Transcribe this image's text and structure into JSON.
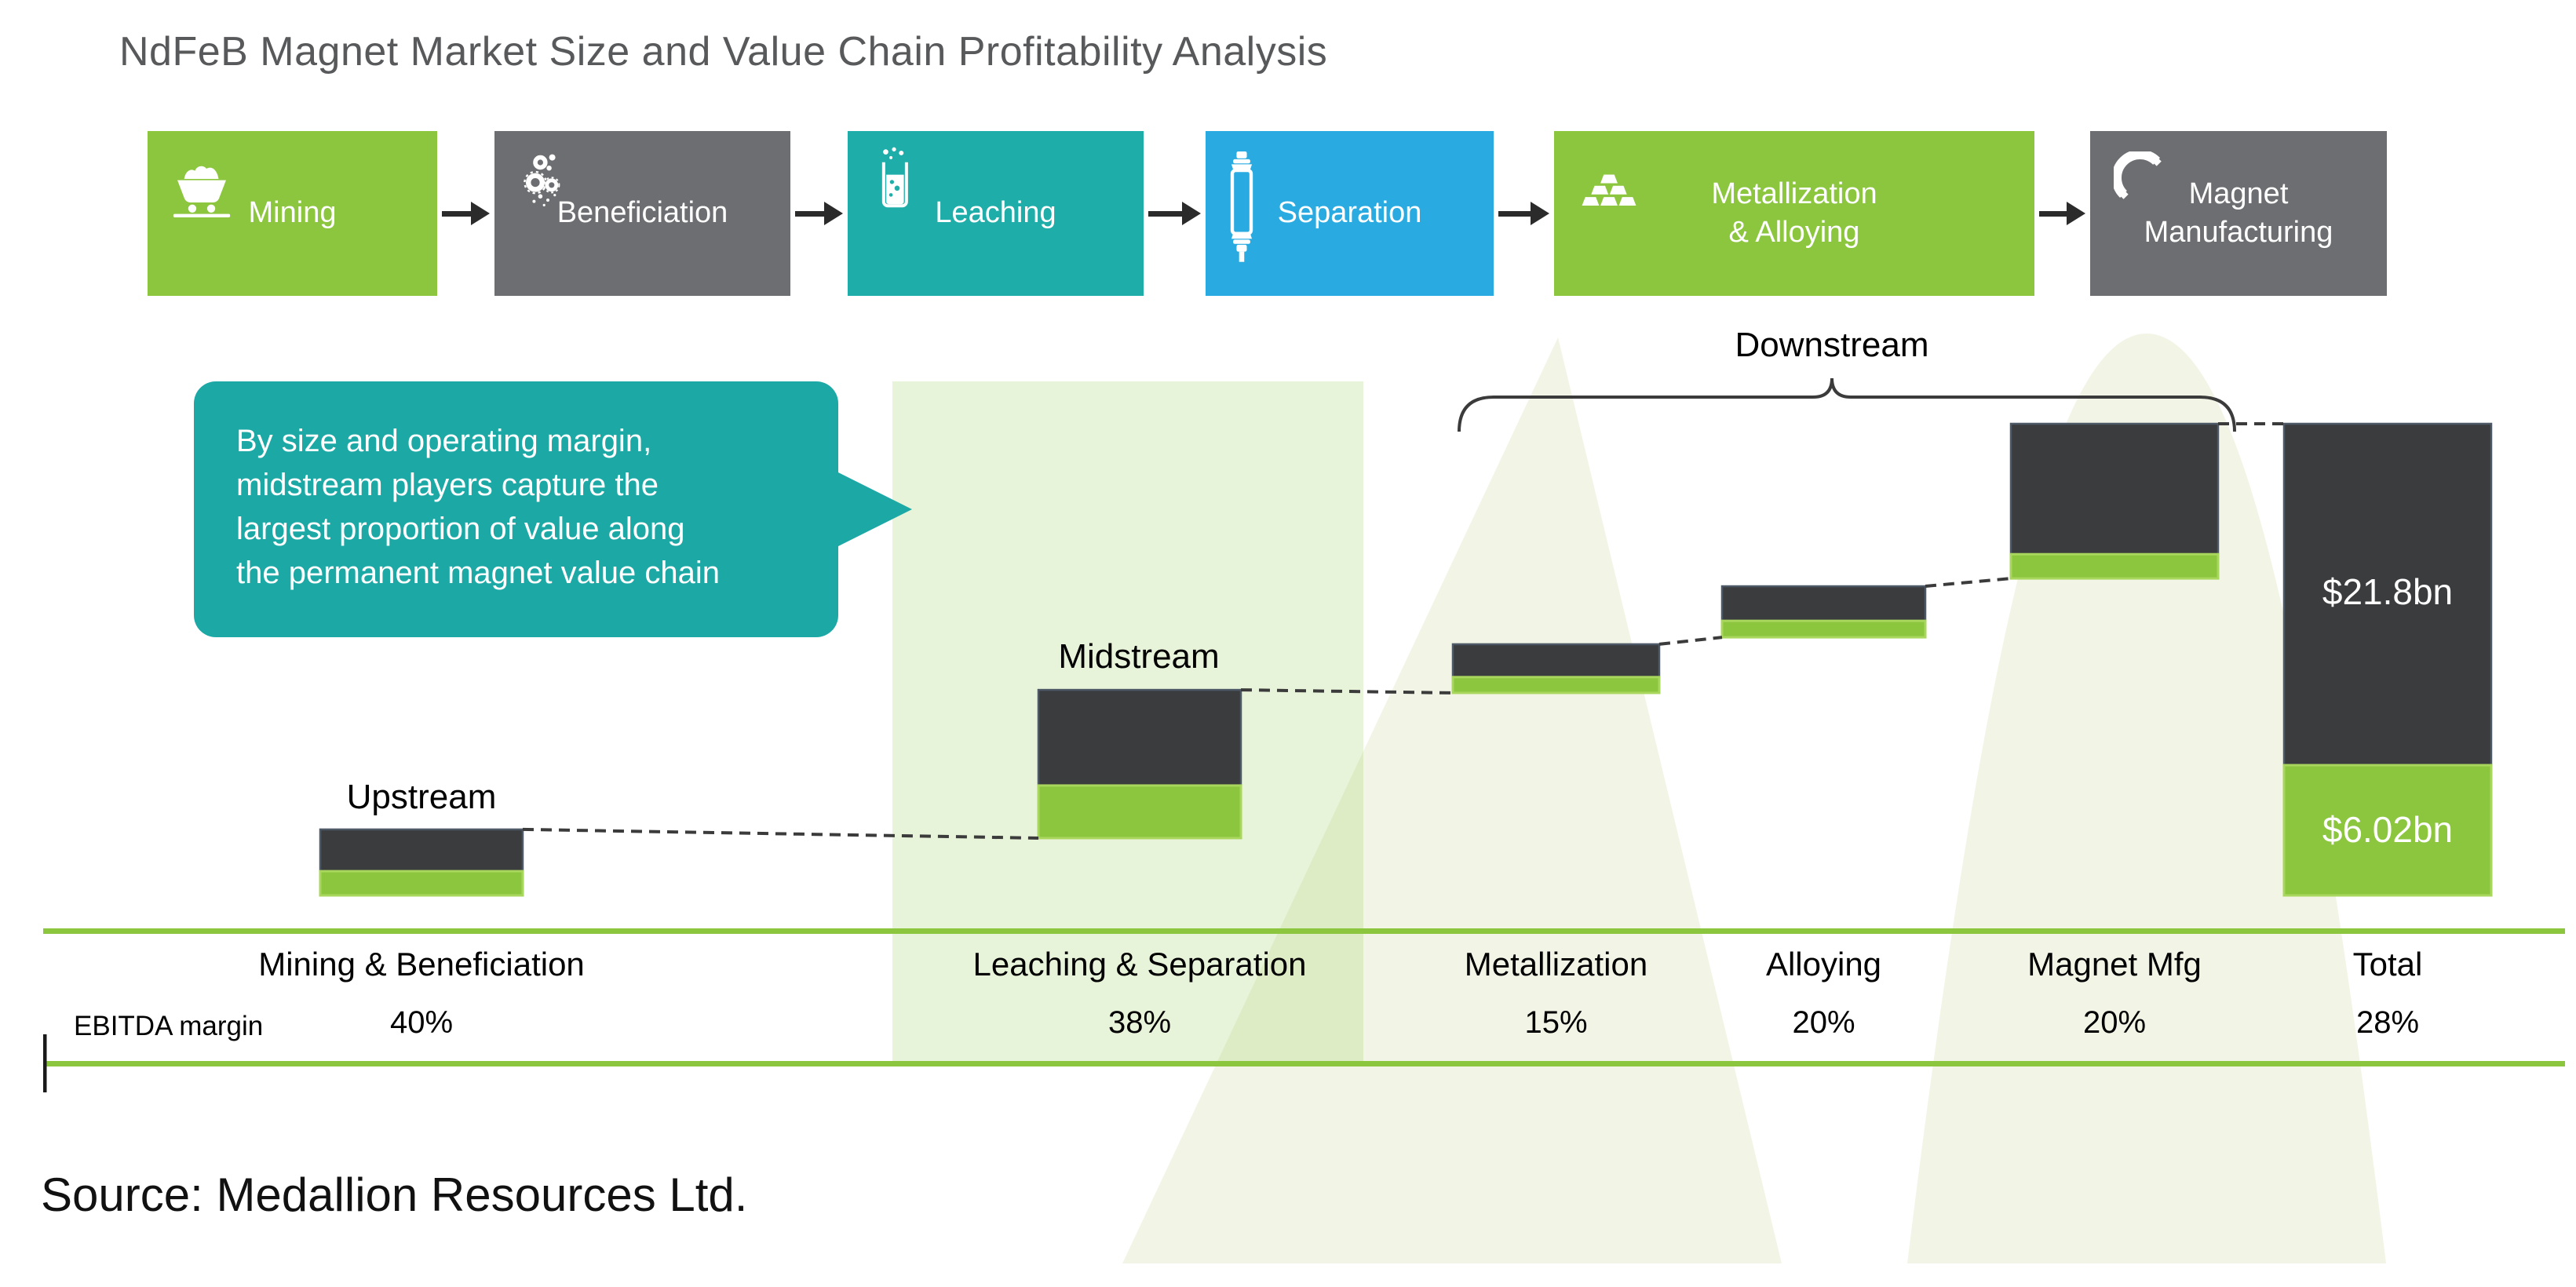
{
  "page": {
    "title": "NdFeB Magnet Market Size and Value Chain Profitability Analysis",
    "source": "Source: Medallion Resources Ltd."
  },
  "flow": {
    "steps": [
      {
        "label": "Mining",
        "color": "#8CC63F",
        "icon": "mine-cart-icon"
      },
      {
        "label": "Beneficiation",
        "color": "#6D6E71",
        "icon": "crusher-particles-icon"
      },
      {
        "label": "Leaching",
        "color": "#1FADA9",
        "icon": "leaching-beaker-icon"
      },
      {
        "label": "Separation",
        "color": "#29ABE2",
        "icon": "separation-column-icon"
      },
      {
        "label": "Metallization\n& Alloying",
        "color": "#8CC63F",
        "icon": "metal-ingots-icon"
      },
      {
        "label": "Magnet\nManufacturing",
        "color": "#6D6E71",
        "icon": "magnet-icon"
      }
    ]
  },
  "callout": {
    "text": "By size and operating margin,\nmidstream players capture the\nlargest proportion of value along\nthe permanent magnet value chain",
    "color": "#1CA9A6"
  },
  "chart_data": {
    "type": "waterfall",
    "title": "NdFeB Magnet Market Size and Value Chain Profitability Analysis",
    "unit": "$bn",
    "total_value_label": "$21.8bn",
    "total_ebitda_label": "$6.02bn",
    "margin_row_label": "EBITDA margin",
    "group_labels": {
      "upstream": "Upstream",
      "midstream": "Midstream",
      "downstream": "Downstream"
    },
    "colors": {
      "revenue": "#3A3C3E",
      "ebitda": "#8CC63F",
      "highlight_band": "rgba(141,198,63,0.20)",
      "baseline": "#8CC63F"
    },
    "columns": [
      {
        "label": "Mining & Beneficiation",
        "group": "Upstream",
        "ebitda_margin": "40%",
        "start_bn": 0.0,
        "end_bn": 3.05,
        "ebitda_bn": 1.12,
        "highlighted": false,
        "is_total": false
      },
      {
        "label": "Leaching & Separation",
        "group": "Midstream",
        "ebitda_margin": "38%",
        "start_bn": 2.65,
        "end_bn": 9.5,
        "ebitda_bn": 2.43,
        "highlighted": true,
        "is_total": false
      },
      {
        "label": "Metallization",
        "group": "Downstream",
        "ebitda_margin": "15%",
        "start_bn": 9.36,
        "end_bn": 11.61,
        "ebitda_bn": 0.73,
        "highlighted": false,
        "is_total": false
      },
      {
        "label": "Alloying",
        "group": "Downstream",
        "ebitda_margin": "20%",
        "start_bn": 11.93,
        "end_bn": 14.29,
        "ebitda_bn": 0.76,
        "highlighted": false,
        "is_total": false
      },
      {
        "label": "Magnet Mfg",
        "group": "Downstream",
        "ebitda_margin": "20%",
        "start_bn": 14.65,
        "end_bn": 21.8,
        "ebitda_bn": 1.12,
        "highlighted": false,
        "is_total": false
      },
      {
        "label": "Total",
        "group": "",
        "ebitda_margin": "28%",
        "start_bn": 0.0,
        "end_bn": 21.8,
        "ebitda_bn": 6.02,
        "highlighted": false,
        "is_total": true
      }
    ]
  }
}
